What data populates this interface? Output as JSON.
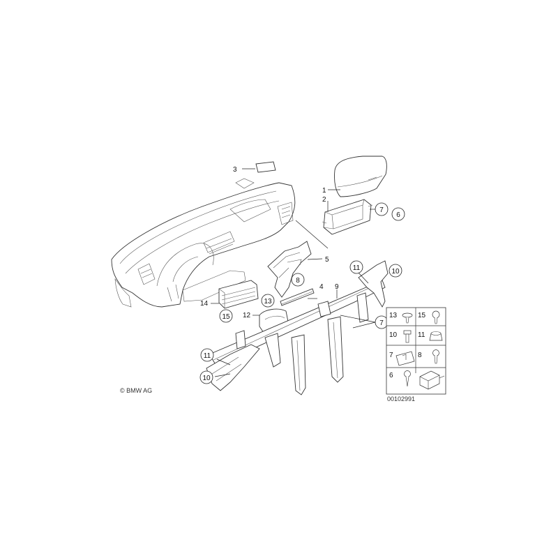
{
  "diagram": {
    "callouts": [
      {
        "id": "c3",
        "label": "3",
        "circled": false
      },
      {
        "id": "c1",
        "label": "1",
        "circled": false
      },
      {
        "id": "c2",
        "label": "2",
        "circled": false
      },
      {
        "id": "c7a",
        "label": "7",
        "circled": true
      },
      {
        "id": "c6",
        "label": "6",
        "circled": true
      },
      {
        "id": "c5",
        "label": "5",
        "circled": false
      },
      {
        "id": "c11a",
        "label": "11",
        "circled": true
      },
      {
        "id": "c10a",
        "label": "10",
        "circled": true
      },
      {
        "id": "c8",
        "label": "8",
        "circled": true
      },
      {
        "id": "c4",
        "label": "4",
        "circled": false
      },
      {
        "id": "c9",
        "label": "9",
        "circled": false
      },
      {
        "id": "c14",
        "label": "14",
        "circled": false
      },
      {
        "id": "c15",
        "label": "15",
        "circled": true
      },
      {
        "id": "c13",
        "label": "13",
        "circled": true
      },
      {
        "id": "c12",
        "label": "12",
        "circled": false
      },
      {
        "id": "c7b",
        "label": "7",
        "circled": true
      },
      {
        "id": "c11b",
        "label": "11",
        "circled": true
      },
      {
        "id": "c10b",
        "label": "10",
        "circled": true
      }
    ],
    "legend": [
      {
        "label": "13",
        "icon": "clip-icon"
      },
      {
        "label": "15",
        "icon": "screw-icon"
      },
      {
        "label": "10",
        "icon": "bolt-icon"
      },
      {
        "label": "11",
        "icon": "nut-icon"
      },
      {
        "label": "7",
        "icon": "spring-nut-icon"
      },
      {
        "label": "8",
        "icon": "screw-icon"
      },
      {
        "label": "6",
        "icon": "tapping-screw-icon"
      },
      {
        "label": "",
        "icon": "bracket-icon"
      }
    ],
    "copyright": "© BMW AG",
    "image_number": "00102991"
  }
}
